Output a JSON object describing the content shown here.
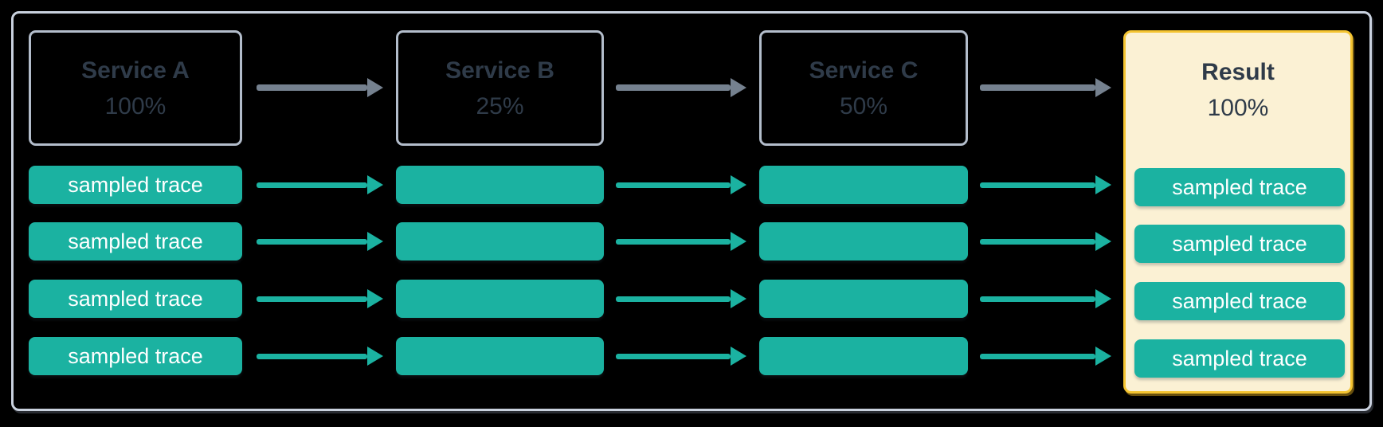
{
  "diagram": {
    "title_semantics": "distributed trace sampling flow",
    "columns": [
      {
        "title": "Service A",
        "rate": "100%"
      },
      {
        "title": "Service B",
        "rate": "25%"
      },
      {
        "title": "Service C",
        "rate": "50%"
      },
      {
        "title": "Result",
        "rate": "100%"
      }
    ],
    "trace_label": "sampled trace",
    "trace_rows": 4
  },
  "colors": {
    "background": "#000000",
    "teal_accent": "#1bb2a1",
    "dark_text": "#2f3b49",
    "gray_arrow": "#75818f",
    "service_box_border": "#b3bdcb",
    "outer_frame_border": "#c9d1de",
    "result_background": "#fbf1d4",
    "result_border": "#f4c431",
    "trace_text": "#ffffff"
  }
}
